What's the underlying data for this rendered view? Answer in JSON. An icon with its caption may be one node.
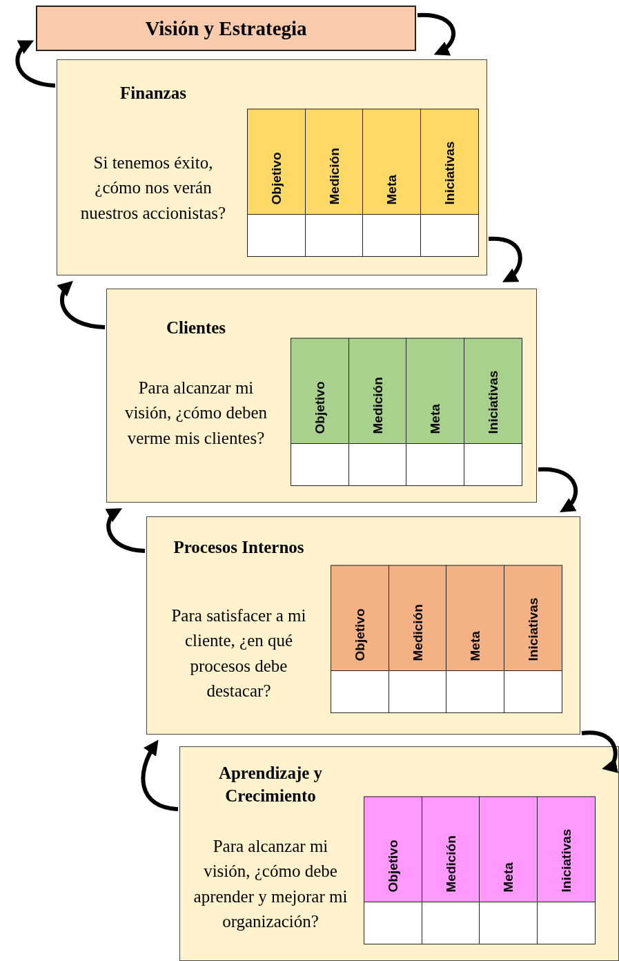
{
  "diagram": {
    "nodes": [
      {
        "text": [
          "Visión y Estrategia"
        ]
      },
      {
        "text": [
          "Finanzas",
          "Si tenemos éxito, ¿cómo nos verán nuestros accionistas?"
        ]
      },
      {
        "text": [
          "Objetivo"
        ],
        "in": 1
      },
      {
        "text": [
          "Medición"
        ],
        "in": 1
      },
      {
        "text": [
          "Meta"
        ],
        "in": 1
      },
      {
        "text": [
          "Iniciativas"
        ],
        "in": 1
      },
      {
        "text": [],
        "shape": "box",
        "in": 1
      },
      {
        "text": [],
        "shape": "box",
        "in": 1
      },
      {
        "text": [],
        "shape": "box",
        "in": 1
      },
      {
        "text": [],
        "shape": "box",
        "in": 1
      },
      {
        "text": [
          "Clientes",
          "Para alcanzar mi visión, ¿cómo deben verme mis clientes?"
        ]
      },
      {
        "text": [
          "Objetivo"
        ],
        "in": 10
      },
      {
        "text": [
          "Medición"
        ],
        "in": 10
      },
      {
        "text": [
          "Meta"
        ],
        "in": 10
      },
      {
        "text": [
          "Iniciativas"
        ],
        "in": 10
      },
      {
        "text": [],
        "shape": "box",
        "in": 10
      },
      {
        "text": [],
        "shape": "box",
        "in": 10
      },
      {
        "text": [],
        "shape": "box",
        "in": 10
      },
      {
        "text": [],
        "shape": "box",
        "in": 10
      },
      {
        "text": [
          "Procesos Internos",
          "Para satisfacer a mi cliente, ¿en qué procesos debe destacar?"
        ]
      },
      {
        "text": [
          "Objetivo"
        ],
        "in": 19
      },
      {
        "text": [
          "Medición"
        ],
        "in": 19
      },
      {
        "text": [
          "Meta"
        ],
        "in": 19
      },
      {
        "text": [
          "Iniciativas"
        ],
        "in": 19
      },
      {
        "text": [],
        "shape": "box",
        "in": 19
      },
      {
        "text": [],
        "shape": "box",
        "in": 19
      },
      {
        "text": [],
        "shape": "box",
        "in": 19
      },
      {
        "text": [],
        "shape": "box",
        "in": 19
      },
      {
        "text": [
          "Aprendizaje y Crecimiento",
          "Para alcanzar mi visión, ¿cómo debe aprender y mejorar mi organización?"
        ]
      },
      {
        "text": [
          "Objetivo"
        ],
        "in": 28
      },
      {
        "text": [
          "Medición"
        ],
        "in": 28
      },
      {
        "text": [
          "Meta"
        ],
        "in": 28
      },
      {
        "text": [
          "Iniciativas"
        ],
        "in": 28
      },
      {
        "text": [],
        "shape": "box",
        "in": 28
      },
      {
        "text": [],
        "shape": "box",
        "in": 28
      },
      {
        "text": [],
        "shape": "box",
        "in": 28
      },
      {
        "text": [],
        "shape": "box",
        "in": 28
      }
    ],
    "edges": [
      {
        "from": 0,
        "to": 1,
        "arrow": "to"
      },
      {
        "from": 1,
        "to": 0,
        "arrow": "to"
      },
      {
        "from": 1,
        "to": 10,
        "arrow": "to"
      },
      {
        "from": 10,
        "to": 1,
        "arrow": "to"
      },
      {
        "from": 10,
        "to": 19,
        "arrow": "to"
      },
      {
        "from": 19,
        "to": 10,
        "arrow": "to"
      },
      {
        "from": 19,
        "to": 28,
        "arrow": "to"
      },
      {
        "from": 28,
        "to": 19,
        "arrow": "to"
      }
    ]
  }
}
